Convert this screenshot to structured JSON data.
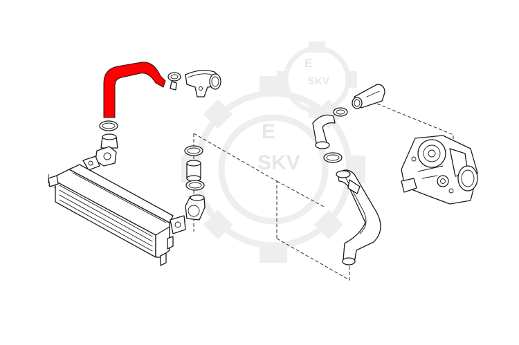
{
  "watermark": {
    "brand_large": "SKV",
    "brand_small": "SKV",
    "letter_top": "E",
    "letter_mid": "E"
  },
  "colors": {
    "highlight_hose": "#ff0000",
    "line": "#1a1a1a",
    "watermark": "#eeeeee"
  }
}
